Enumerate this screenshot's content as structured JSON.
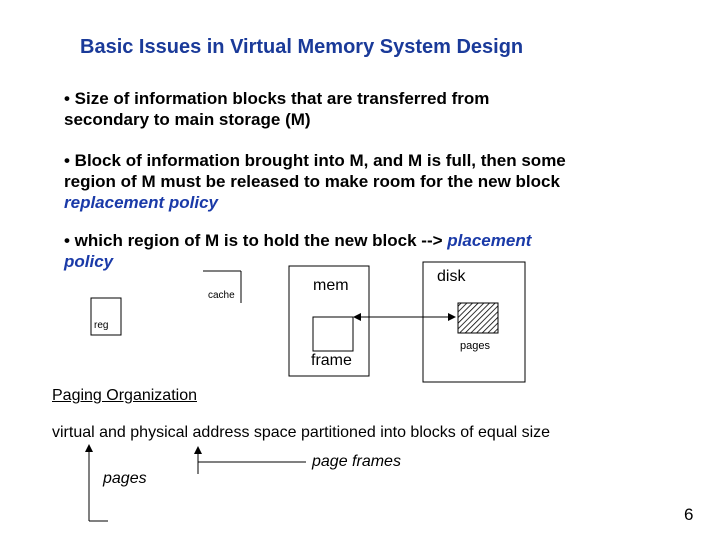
{
  "title": "Basic Issues in Virtual Memory System Design",
  "bullets": {
    "b1_line1": "• Size of information blocks that are transferred from",
    "b1_line2": "secondary to main storage (M)",
    "b2_line1": "• Block of information brought into M, and M is full, then some",
    "b2_line2": "region of M must be released to make room for the new block",
    "b2_line3": "replacement policy",
    "b3_line1": "• which region of M is to hold the new block -->",
    "b3_italic": "placement",
    "b3_line2": "policy"
  },
  "diagram": {
    "cache": "cache",
    "reg": "reg",
    "mem": "mem",
    "disk": "disk",
    "frame": "frame",
    "pages": "pages"
  },
  "paging": {
    "heading": "Paging Organization",
    "description": "virtual and physical address space partitioned into blocks of equal size",
    "pages_label": "pages",
    "page_frames_label": "page frames"
  },
  "page_number": "6"
}
